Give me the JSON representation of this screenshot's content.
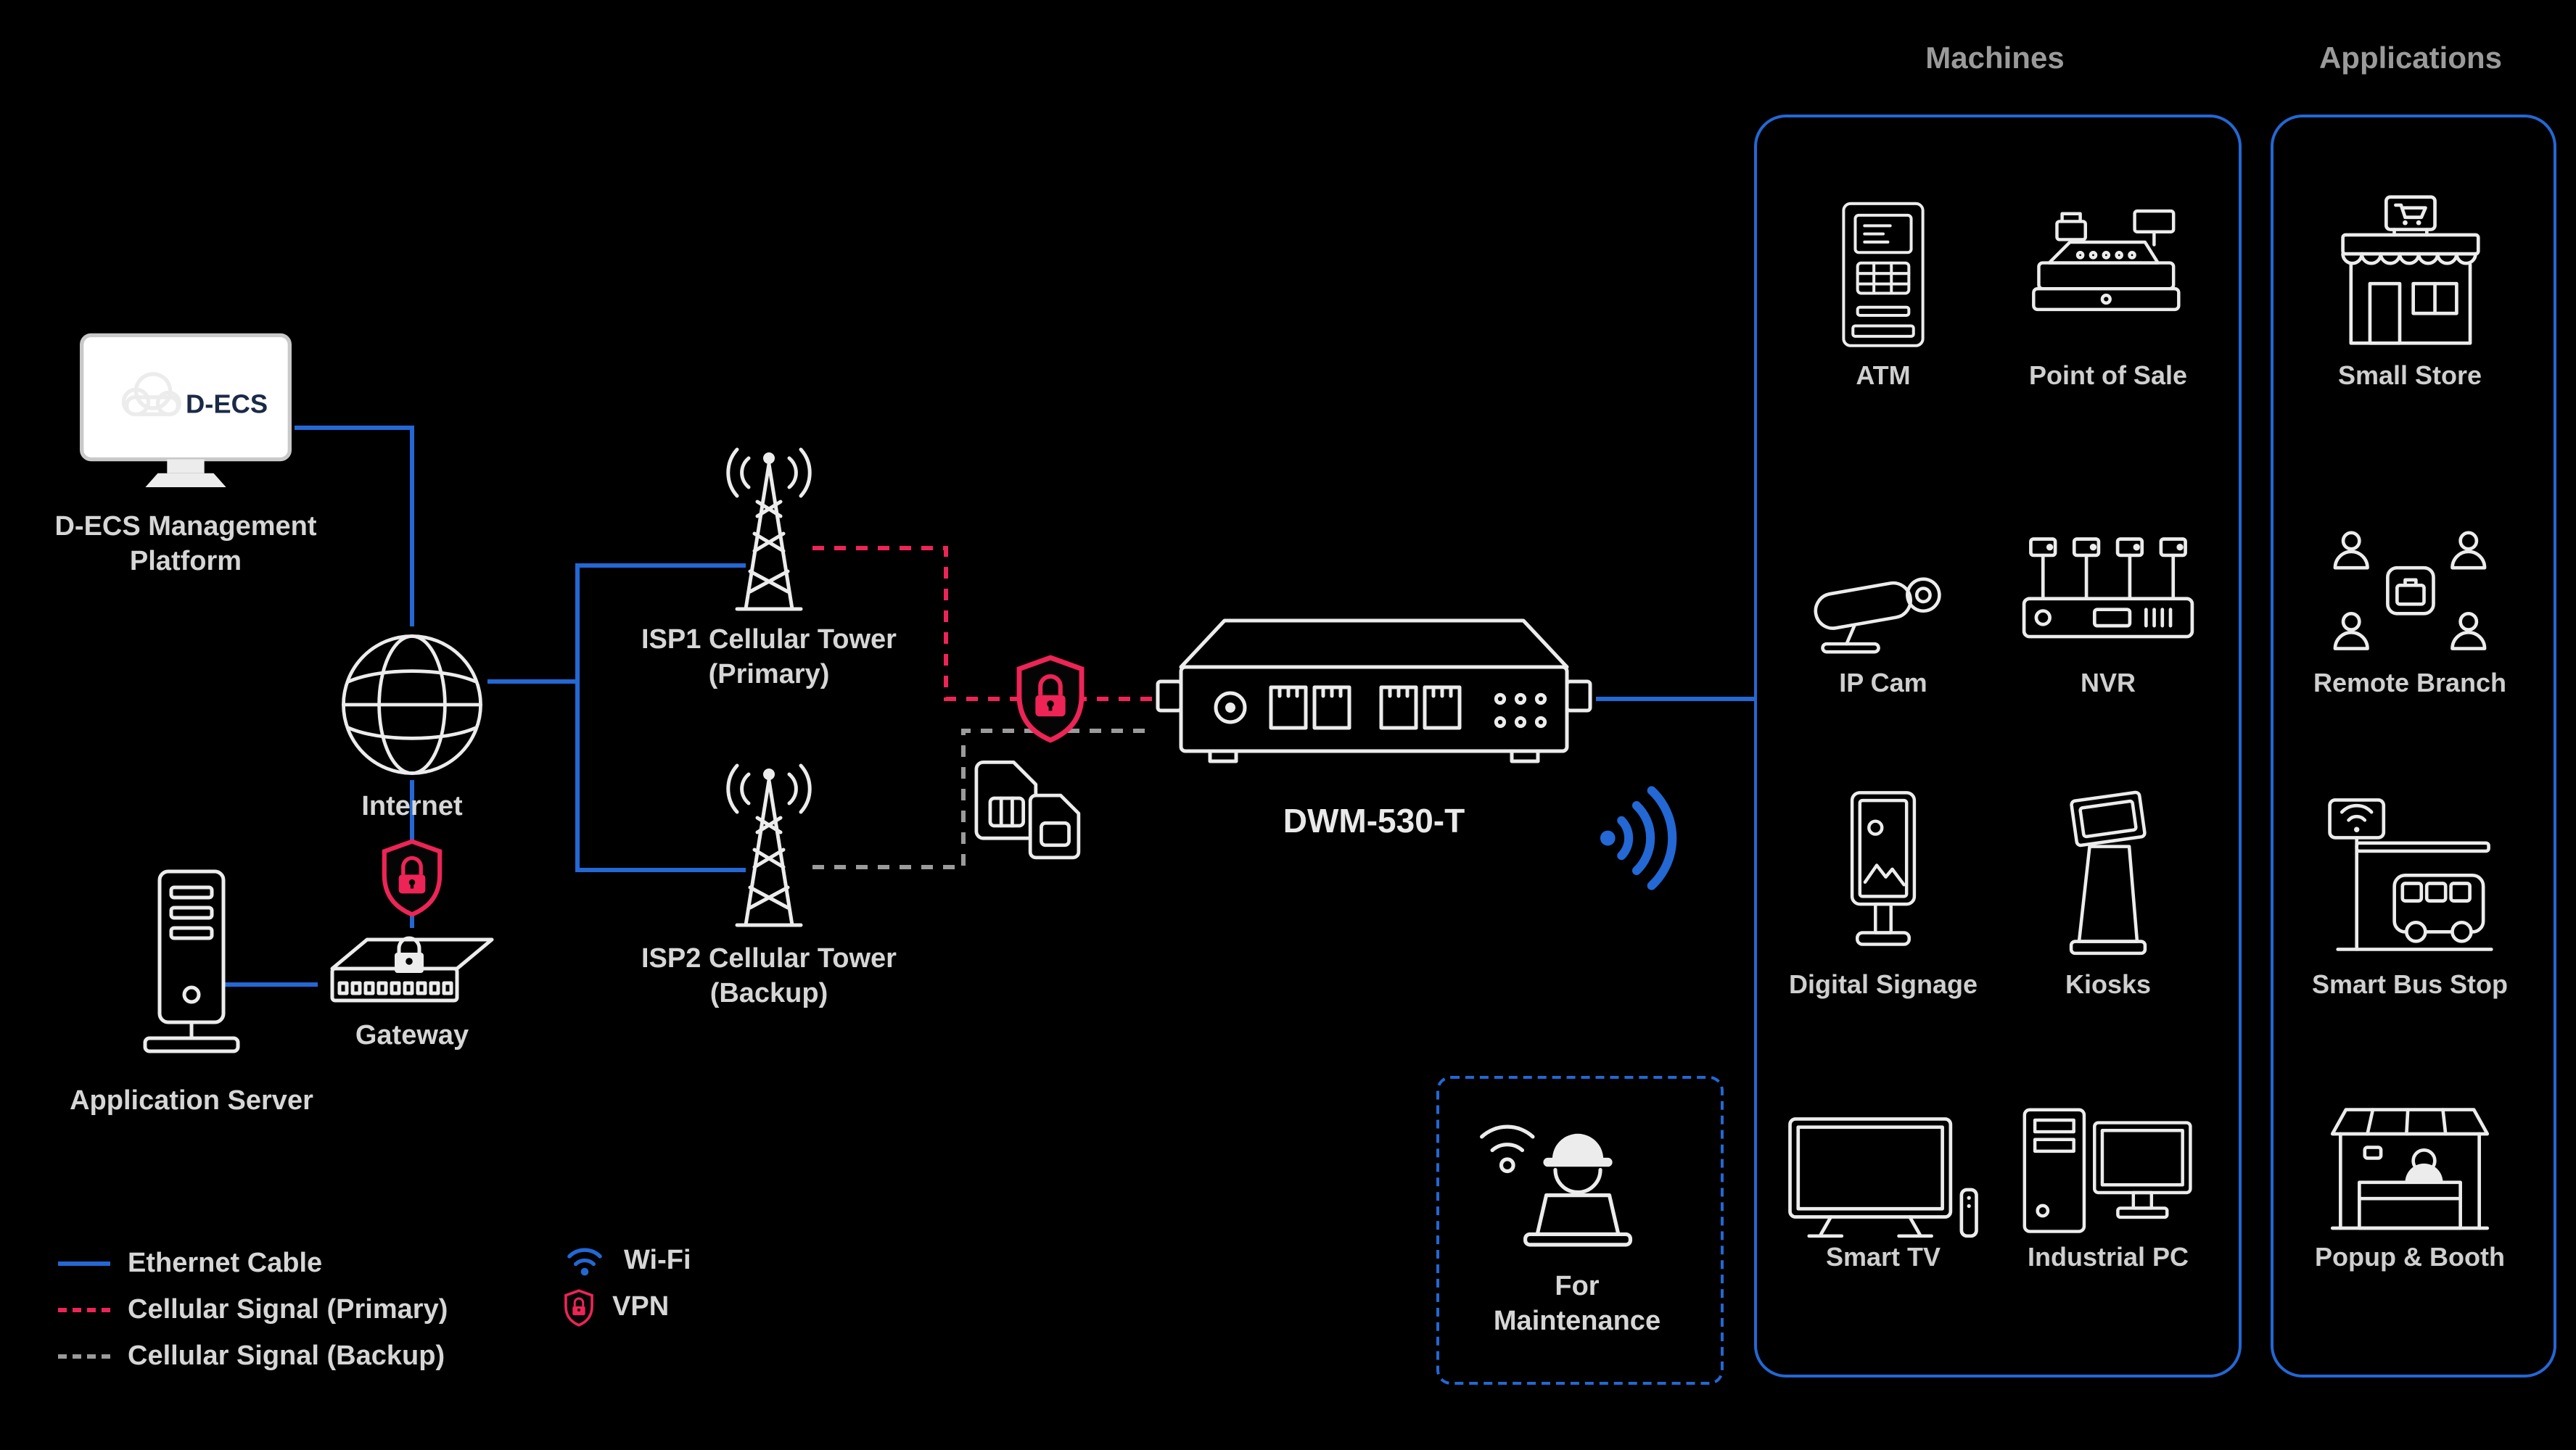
{
  "colors": {
    "background": "#000000",
    "accent_blue": "#2368d4",
    "vpn_pink": "#ee2456",
    "backup_gray": "#9b9b9b",
    "label_gray": "#d6d6d6"
  },
  "nodes": {
    "decs": {
      "screen": "D-ECS",
      "label": [
        "D-ECS Management",
        "Platform"
      ]
    },
    "internet": {
      "label": "Internet"
    },
    "app_server": {
      "label": "Application Server"
    },
    "gateway": {
      "label": "Gateway"
    },
    "isp1": {
      "label": [
        "ISP1 Cellular Tower",
        "(Primary)"
      ]
    },
    "isp2": {
      "label": [
        "ISP2 Cellular Tower",
        "(Backup)"
      ]
    },
    "router": {
      "label": "DWM-530-T"
    },
    "maintenance": {
      "label": [
        "For",
        "Maintenance"
      ]
    }
  },
  "machines": {
    "title": "Machines",
    "items": [
      "ATM",
      "Point of Sale",
      "IP Cam",
      "NVR",
      "Digital Signage",
      "Kiosks",
      "Smart TV",
      "Industrial PC"
    ]
  },
  "applications": {
    "title": "Applications",
    "items": [
      "Small Store",
      "Remote Branch",
      "Smart Bus Stop",
      "Popup & Booth"
    ]
  },
  "legend": {
    "lines": [
      {
        "label": "Ethernet Cable",
        "style": "solid",
        "color": "#2368d4"
      },
      {
        "label": "Cellular Signal (Primary)",
        "style": "dashed",
        "color": "#ee2456"
      },
      {
        "label": "Cellular Signal (Backup)",
        "style": "dashed",
        "color": "#9b9b9b"
      }
    ],
    "wifi": "Wi-Fi",
    "vpn": "VPN"
  }
}
